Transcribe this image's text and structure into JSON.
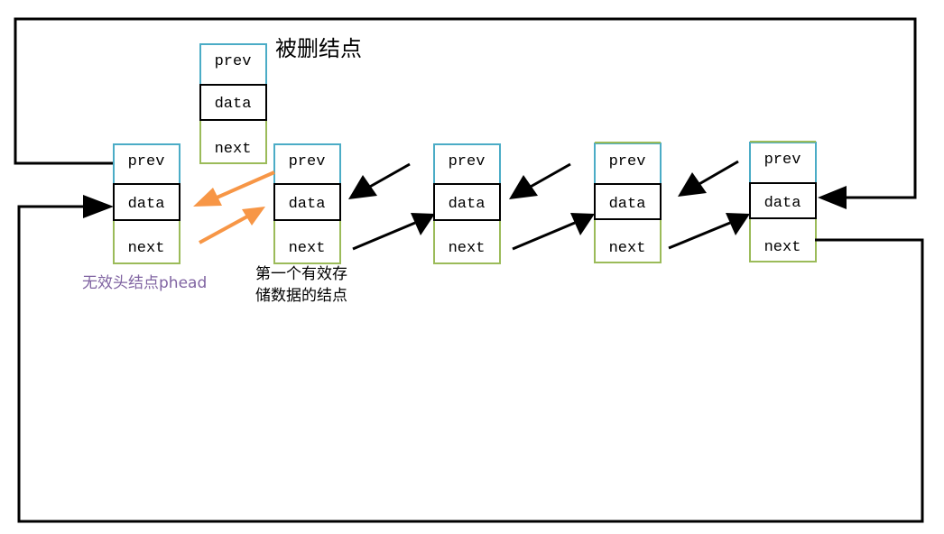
{
  "fields": {
    "prev": "prev",
    "data": "data",
    "next": "next"
  },
  "labels": {
    "deleted_node": "被删结点",
    "head_node": "无效头结点phead",
    "first_node_line1": "第一个有效存",
    "first_node_line2": "储数据的结点"
  },
  "colors": {
    "prev_border": "#4bacc6",
    "next_border": "#9bbb59",
    "data_border": "#000000",
    "highlight_arrow": "#f79646",
    "head_label": "#8064a2",
    "line": "#000000"
  },
  "nodes": [
    {
      "id": "head",
      "role": "head"
    },
    {
      "id": "deleted",
      "role": "deleted"
    },
    {
      "id": "node-1",
      "role": "first"
    },
    {
      "id": "node-2",
      "role": "middle"
    },
    {
      "id": "node-3",
      "role": "middle"
    },
    {
      "id": "node-4",
      "role": "tail"
    }
  ]
}
